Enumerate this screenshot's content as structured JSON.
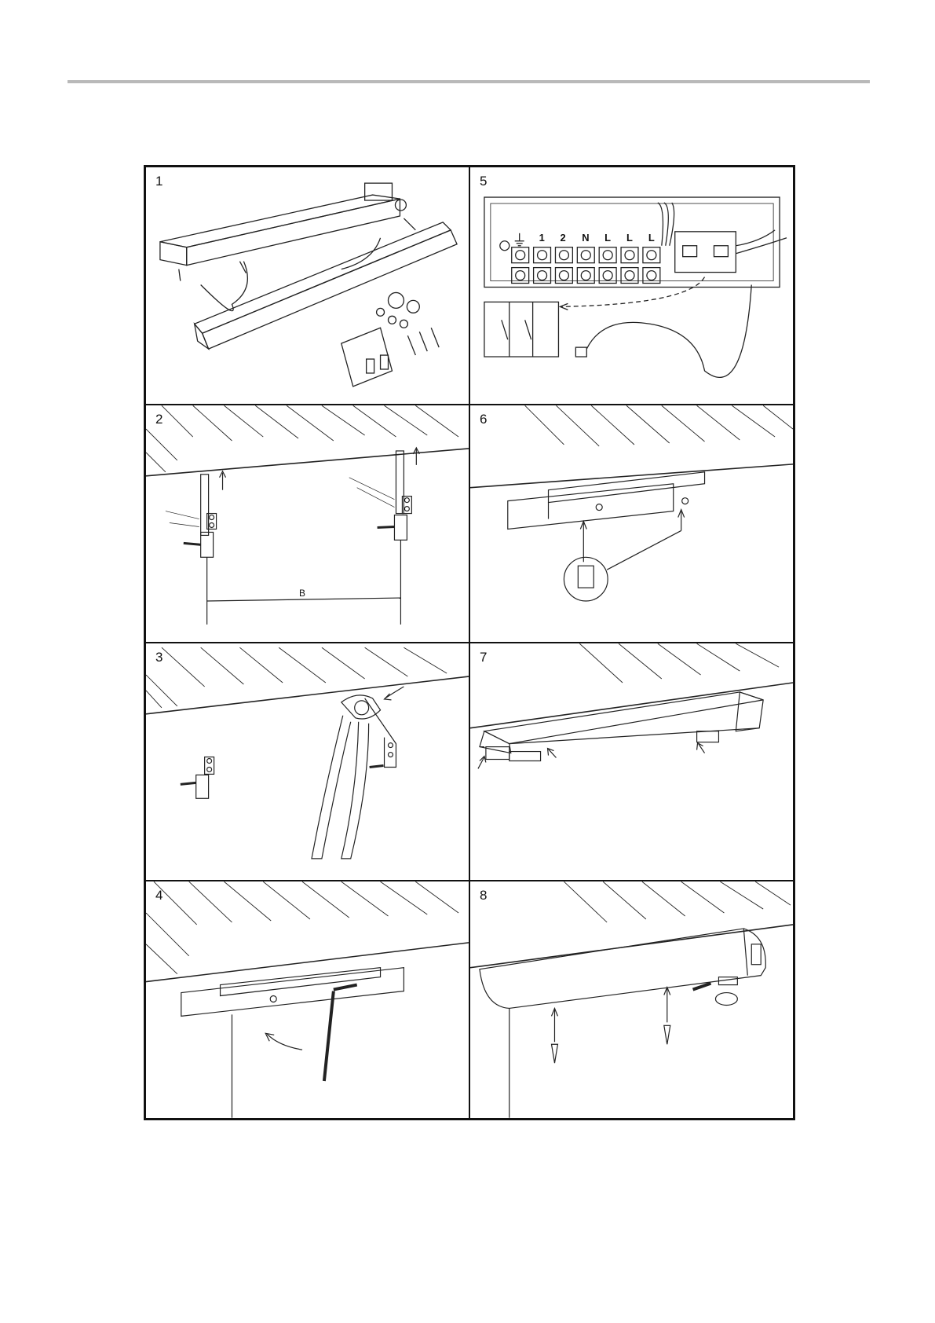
{
  "steps": {
    "s1": {
      "label": "1"
    },
    "s2": {
      "label": "2",
      "dimension": "B"
    },
    "s3": {
      "label": "3"
    },
    "s4": {
      "label": "4"
    },
    "s5": {
      "label": "5",
      "terminals": [
        "1",
        "2",
        "N",
        "L",
        "L",
        "L"
      ]
    },
    "s6": {
      "label": "6"
    },
    "s7": {
      "label": "7"
    },
    "s8": {
      "label": "8"
    }
  }
}
